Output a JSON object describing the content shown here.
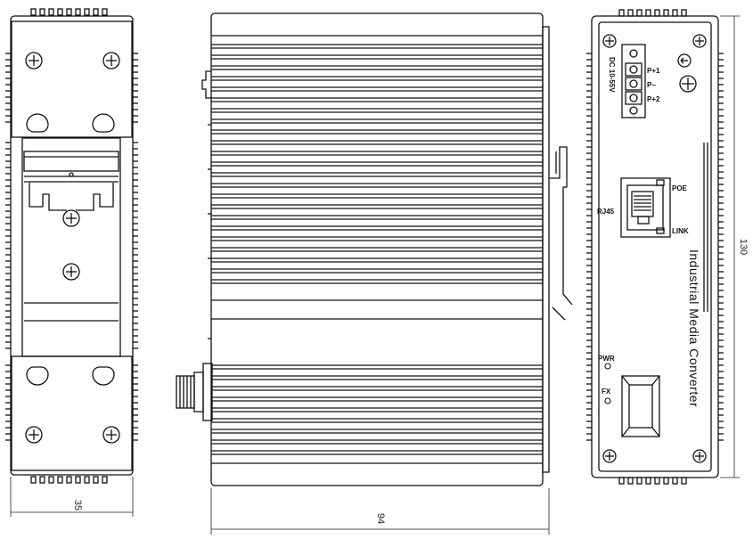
{
  "dimensions": {
    "width_left": "35",
    "width_middle": "94",
    "height_right": "130"
  },
  "front_panel": {
    "power_label": "DC 10-55V",
    "terminal_pins": [
      "P+1",
      "P−",
      "P+2"
    ],
    "ground_icon": "ground-symbol-icon",
    "rj45_label": "RJ45",
    "poe_label": "POE",
    "link_label": "LINK",
    "pwr_led_label": "PWR",
    "fx_led_label": "FX",
    "product_name": "Industrial  Media Converter"
  }
}
